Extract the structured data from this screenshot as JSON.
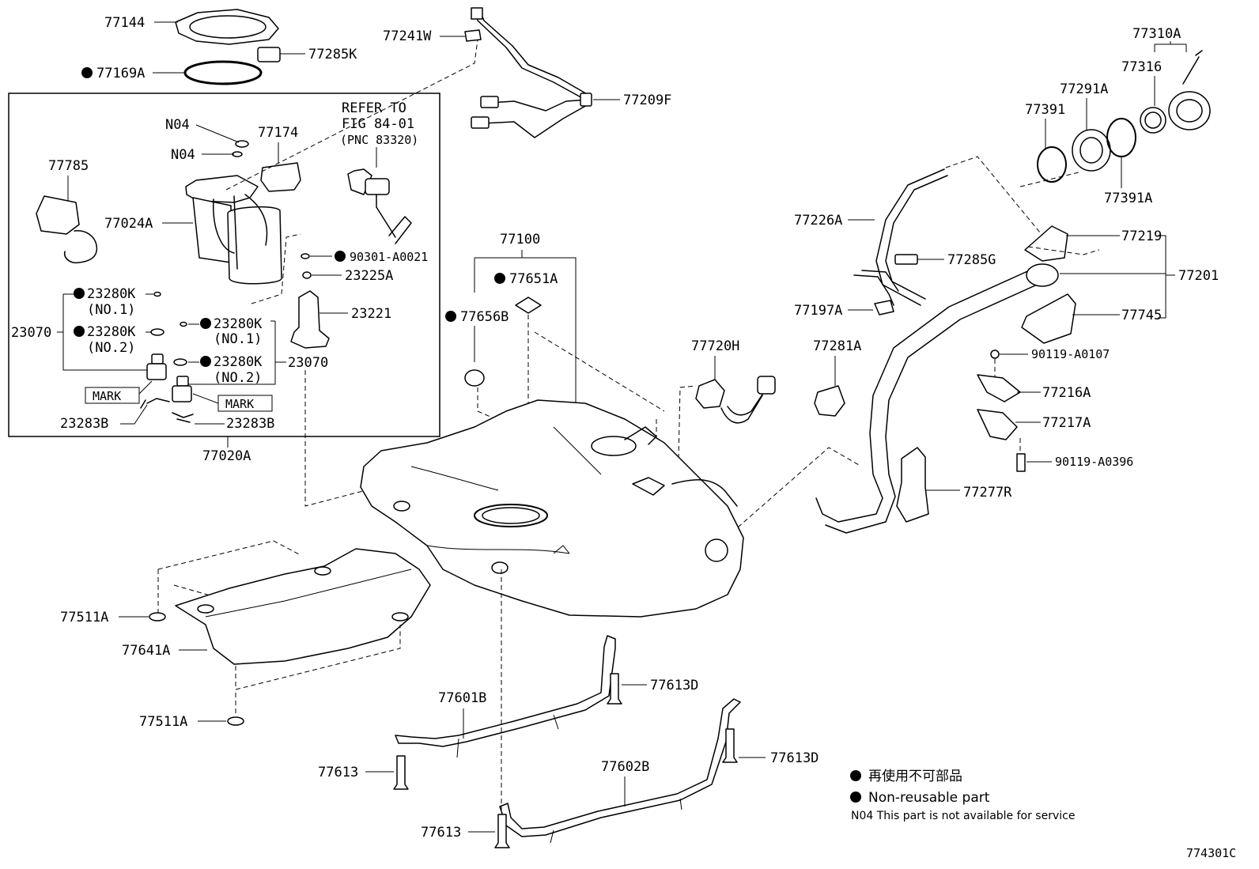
{
  "diagram_id": "774301C",
  "refer_note": {
    "line1": "REFER TO",
    "line2": "FIG 84-01",
    "line3": "(PNC 83320)"
  },
  "mark_label": "MARK",
  "legend": {
    "jp": "再使用不可部品",
    "en": "Non-reusable part",
    "n04": "N04 This part is not available for service"
  },
  "labels": {
    "p77144": "77144",
    "p77169A": "77169A",
    "p77285K": "77285K",
    "p77241W": "77241W",
    "p77209F": "77209F",
    "p77310A": "77310A",
    "p77316": "77316",
    "p77291A": "77291A",
    "p77391": "77391",
    "p77391A": "77391A",
    "n04a": "N04",
    "n04b": "N04",
    "p77174": "77174",
    "p77785": "77785",
    "p77024A": "77024A",
    "p90301": "90301-A0021",
    "p23225A": "23225A",
    "p23221": "23221",
    "p23280K_1": "23280K",
    "no1_a": "(NO.1)",
    "p23280K_2": "23280K",
    "no2_a": "(NO.2)",
    "p23280K_3": "23280K",
    "no1_b": "(NO.1)",
    "p23280K_4": "23280K",
    "no2_b": "(NO.2)",
    "p23070_l": "23070",
    "p23070_r": "23070",
    "p23283B_l": "23283B",
    "p23283B_r": "23283B",
    "p77020A": "77020A",
    "p77100": "77100",
    "p77651A": "77651A",
    "p77656B": "77656B",
    "p77226A": "77226A",
    "p77285G": "77285G",
    "p77219": "77219",
    "p77201": "77201",
    "p77197A": "77197A",
    "p77745": "77745",
    "p77720H": "77720H",
    "p77281A": "77281A",
    "p90119_0107": "90119-A0107",
    "p77216A": "77216A",
    "p77217A": "77217A",
    "p90119_0396": "90119-A0396",
    "p77277R": "77277R",
    "p77511A_1": "77511A",
    "p77641A": "77641A",
    "p77511A_2": "77511A",
    "p77601B": "77601B",
    "p77613D_1": "77613D",
    "p77613_1": "77613",
    "p77602B": "77602B",
    "p77613D_2": "77613D",
    "p77613_2": "77613"
  }
}
